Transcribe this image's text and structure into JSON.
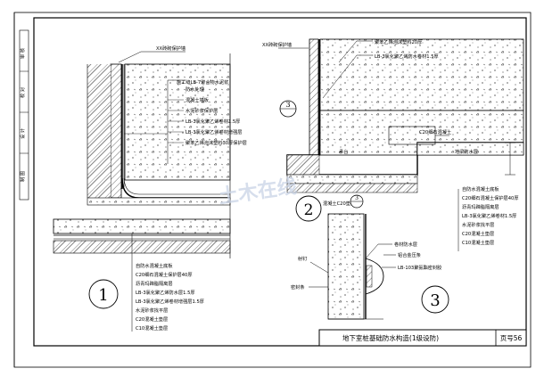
{
  "sidebar": {
    "labels": [
      "审 核",
      "校 对",
      "设 计",
      "制 图"
    ]
  },
  "detail1": {
    "number": "1",
    "callouts_top": [
      "XX砖砌保护墙",
      "施工缝LB-7聚合物水泥浆",
      "防水处理",
      "混凝土墙板",
      "水泥砂浆保护层",
      "LB-3氯化聚乙烯卷材1.5厚",
      "LB-3氯化聚乙烯卷材增强层",
      "聚苯乙烯泡沫塑料30厚保护层"
    ],
    "callouts_bottom": [
      "自防水混凝土底板",
      "C20细石混凝土保护层40厚",
      "沥青玛蹄脂隔离层",
      "LB-3氯化聚乙烯防水层1.5厚",
      "LB-3氯化聚乙烯卷材增强层1.5厚",
      "水泥砂浆找平层",
      "C20混凝土垫层",
      "C10混凝土垫层"
    ]
  },
  "detail2": {
    "number": "2",
    "callouts": [
      "聚苯乙烯泡沫塑料20厚",
      "XX砖砌保护墙",
      "LB-3氯化聚乙烯防水卷材1.5厚",
      "承台",
      "地梁防水层",
      "混凝土C20垫层",
      "C20细石混凝土"
    ],
    "ref_marker_3": "3",
    "callouts_right": [
      "自防水混凝土底板",
      "C20细石混凝土保护层40厚",
      "沥青玛蹄脂隔离层",
      "LB-3氯化聚乙烯卷材1.5厚",
      "水泥砂浆找平层",
      "C20混凝土垫层",
      "C10混凝土垫层"
    ]
  },
  "detail3": {
    "number": "3",
    "callouts": [
      "卷材防水层",
      "铝合金压条",
      "LB-103聚氨酯密封胶",
      "射钉",
      "密封条"
    ]
  },
  "watermark": "土木在线",
  "title_block": {
    "title": "地下室桩基础防水构造(1级设防)",
    "page": "页号56"
  }
}
